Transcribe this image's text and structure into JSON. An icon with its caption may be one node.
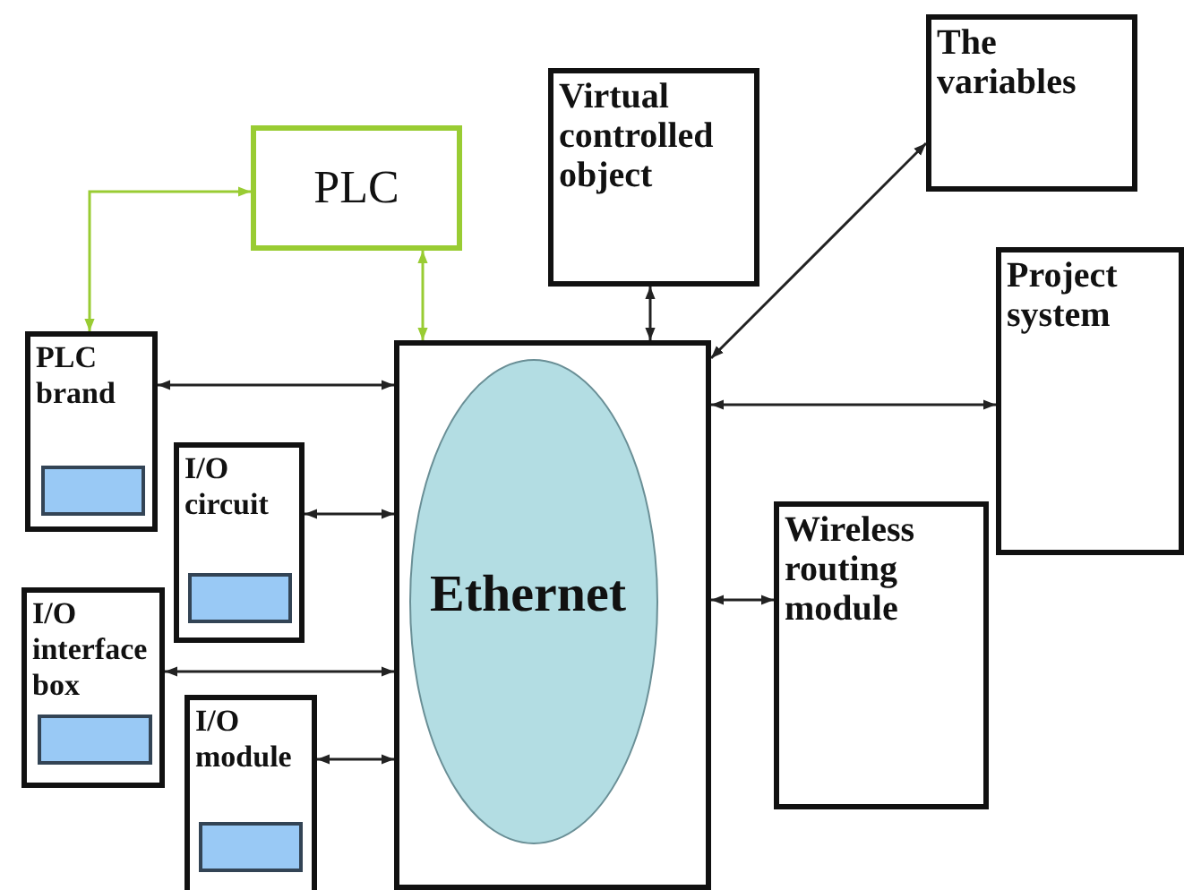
{
  "diagram": {
    "nodes": [
      {
        "text": [
          "Virtual controlled object"
        ]
      },
      {
        "text": [
          "The variables"
        ]
      },
      {
        "text": [
          "PLC"
        ]
      },
      {
        "text": [
          "Project system"
        ]
      },
      {
        "text": [
          "PLC brand"
        ]
      },
      {
        "text": [],
        "shape": "box"
      },
      {
        "text": [
          "Ethernet"
        ],
        "in": 5
      },
      {
        "text": [
          "I/O circuit"
        ]
      },
      {
        "text": [
          "Wireless routing module"
        ]
      },
      {
        "text": [
          "I/O interface box"
        ]
      },
      {
        "text": [
          "I/O module"
        ]
      }
    ],
    "edges": [
      {
        "from": 4,
        "to": 2,
        "arrow": "both",
        "color": "#99cc33"
      },
      {
        "from": 2,
        "to": 5,
        "arrow": "both",
        "color": "#99cc33"
      },
      {
        "from": 4,
        "to": 5,
        "arrow": "both"
      },
      {
        "from": 7,
        "to": 5,
        "arrow": "both"
      },
      {
        "from": 9,
        "to": 5,
        "arrow": "both"
      },
      {
        "from": 10,
        "to": 5,
        "arrow": "both"
      },
      {
        "from": 0,
        "to": 5,
        "arrow": "both"
      },
      {
        "from": 5,
        "to": 1,
        "arrow": "both"
      },
      {
        "from": 5,
        "to": 3,
        "arrow": "both"
      },
      {
        "from": 5,
        "to": 8,
        "arrow": "both"
      }
    ]
  }
}
